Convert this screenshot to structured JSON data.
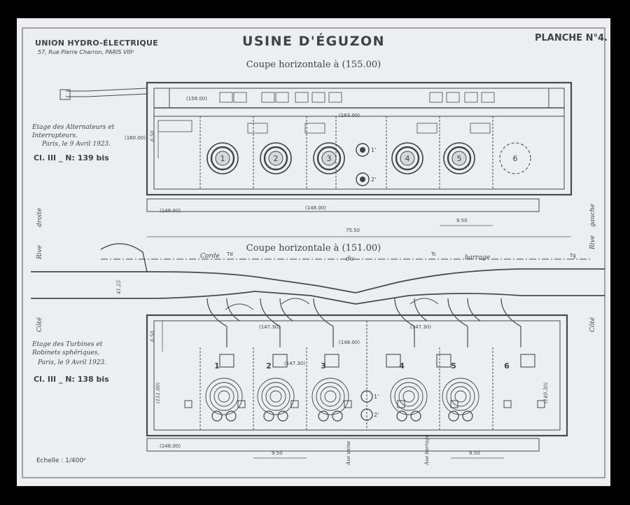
{
  "header": {
    "company": "UNION HYDRO-ÉLECTRIQUE",
    "address": "57, Rue Pierre Charron, PARIS VIIIᵉ",
    "title": "USINE D'ÉGUZON",
    "plate": "PLANCHE N°4."
  },
  "upper_plan": {
    "section_title": "Coupe horizontale à (155.00)",
    "note_line1": "Etage des Alternateurs et",
    "note_line2": "Interrupteurs.",
    "date": "Paris, le 9 Avril 1923.",
    "reference": "Cl. III _ N: 139 bis",
    "units": [
      "1",
      "2",
      "3",
      "4",
      "5",
      "6"
    ],
    "exciters": [
      "1'",
      "2'"
    ],
    "levels": {
      "top_left": "(158.00)",
      "corner": "(160.00)",
      "mid": "(163.00)",
      "bottom_left": "(149.00)",
      "bottom_mid": "(148.00)"
    },
    "dimensions": {
      "total_length": "75.50",
      "bay": "9.50",
      "depth": "6.50"
    }
  },
  "lower_plan": {
    "section_title": "Coupe horizontale à (151.00)",
    "note_line1": "Etage des Turbines et",
    "note_line2": "Robinets sphériques.",
    "date": "Paris, le 9 Avril 1923.",
    "reference": "Cl. III _ N: 138 bis",
    "units": [
      "1",
      "2",
      "3",
      "4",
      "5",
      "6"
    ],
    "exciters": [
      "1'",
      "2'"
    ],
    "levels": {
      "left_a": "(147.30)",
      "mid_a": "(147.30)",
      "right_a": "(147.30)",
      "center": "(148.00)",
      "bottom_left": "(148.00)",
      "side_left": "(151.00)",
      "side_right": "(149.30)"
    },
    "dimensions": {
      "depth": "6.50",
      "width": "41.25",
      "bay_left": "9.50",
      "bay_right": "9.50"
    },
    "dam_labels": {
      "corde": "Corde",
      "du": "du",
      "barrage": "barrage",
      "td": "Td",
      "tc": "Tc",
      "tg": "Tg"
    },
    "axis_labels": [
      "Axe usine",
      "Axe barrage"
    ]
  },
  "banks": {
    "right_1": "Rive",
    "right_2": "droite",
    "left_1": "Rive",
    "left_2": "gauche",
    "side_left": "Côté",
    "side_right": "Côté"
  },
  "scale": "Echelle : 1/400ᵉ",
  "colors": {
    "paper": "#eceeef",
    "ink": "#3d4348",
    "frame": "#000000"
  }
}
